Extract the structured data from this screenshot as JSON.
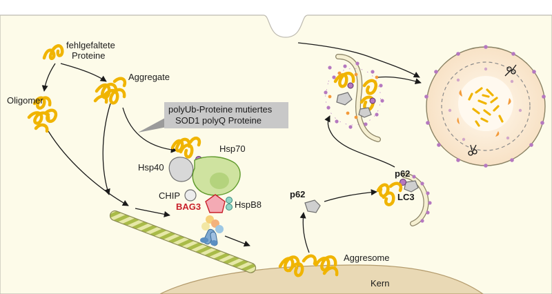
{
  "labels": {
    "misfolded": [
      "fehlgefaltete",
      "Proteine"
    ],
    "oligomer": "Oligomer",
    "aggregate": "Aggregate",
    "callout": [
      "polyUb-Proteine mutiertes",
      "SOD1 polyQ Proteine"
    ],
    "hsp70": "Hsp70",
    "hsp40": "Hsp40",
    "chip": "CHIP",
    "bag3": "BAG3",
    "hspb8": "HspB8",
    "p62_left": "p62",
    "p62_right": "p62",
    "lc3": "LC3",
    "aggresome": "Aggresome",
    "nucleus": "Kern"
  },
  "colors": {
    "cytoplasm": "#fdfbe9",
    "protein": "#f0b400",
    "hsp70": "#cfe3a0",
    "bag3_text": "#c8202a",
    "hspb8": "#f4aab4",
    "ubiquitin": "#b578c0",
    "lysosome": "#fbe7cf",
    "nucleus": "#e9d9b5"
  }
}
